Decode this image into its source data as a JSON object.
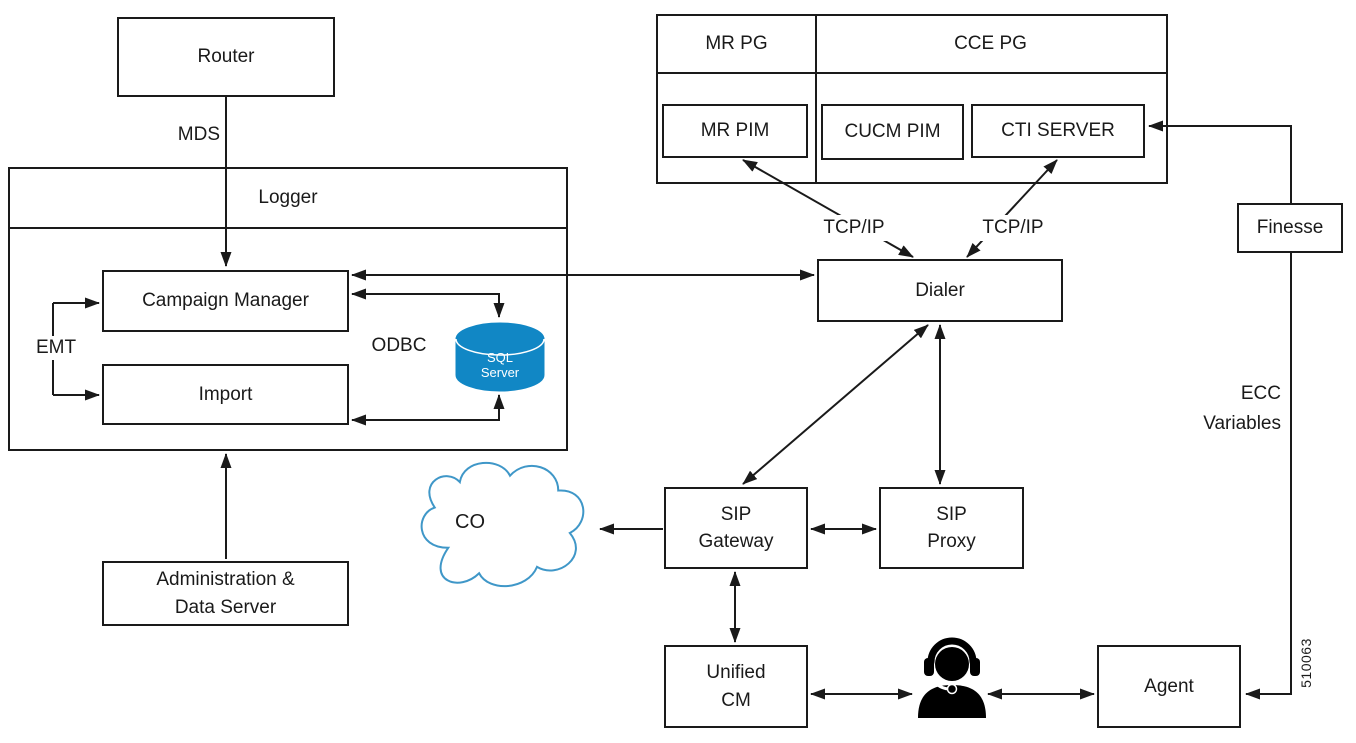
{
  "nodes": {
    "router": {
      "label": "Router"
    },
    "logger": {
      "label": "Logger"
    },
    "campaign_manager": {
      "label": "Campaign Manager"
    },
    "import": {
      "label": "Import"
    },
    "sql_server": {
      "line1": "SQL",
      "line2": "Server"
    },
    "admin_data_server": {
      "line1": "Administration &",
      "line2": "Data Server"
    },
    "mr_pg": {
      "label": "MR PG"
    },
    "cce_pg": {
      "label": "CCE PG"
    },
    "mr_pim": {
      "label": "MR PIM"
    },
    "cucm_pim": {
      "label": "CUCM PIM"
    },
    "cti_server": {
      "label": "CTI SERVER"
    },
    "dialer": {
      "label": "Dialer"
    },
    "finesse": {
      "label": "Finesse"
    },
    "co_cloud": {
      "label": "CO"
    },
    "sip_gateway": {
      "line1": "SIP",
      "line2": "Gateway"
    },
    "sip_proxy": {
      "line1": "SIP",
      "line2": "Proxy"
    },
    "unified_cm": {
      "line1": "Unified",
      "line2": "CM"
    },
    "agent": {
      "label": "Agent"
    }
  },
  "edge_labels": {
    "mds": "MDS",
    "emt": "EMT",
    "odbc": "ODBC",
    "tcpip_left": "TCP/IP",
    "tcpip_right": "TCP/IP",
    "ecc_line1": "ECC",
    "ecc_line2": "Variables"
  },
  "figure_id": "510063",
  "colors": {
    "line": "#1a1a1a",
    "sql_cylinder": "#1187c5",
    "cloud_outline": "#3f97c8"
  }
}
